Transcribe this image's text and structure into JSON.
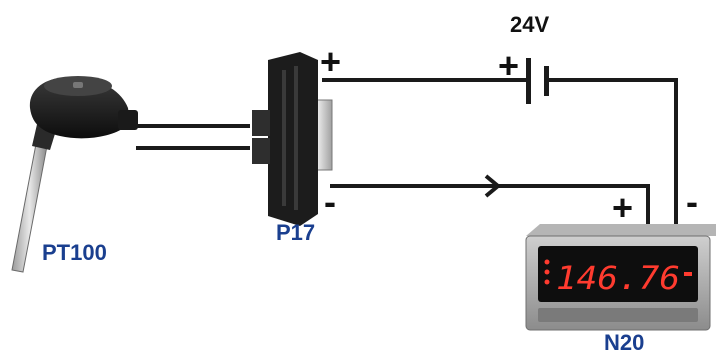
{
  "labels": {
    "pt100": "PT100",
    "p17": "P17",
    "n20": "N20",
    "supply": "24V",
    "battery_plus": "+",
    "p17_plus": "+",
    "p17_minus": "-",
    "n20_plus": "+",
    "n20_minus": "-"
  },
  "display": {
    "reading": "146.76"
  },
  "colors": {
    "label_blue": "#1a3f8f",
    "display_red": "#ff3b2f",
    "wire": "#1a1a1a"
  }
}
